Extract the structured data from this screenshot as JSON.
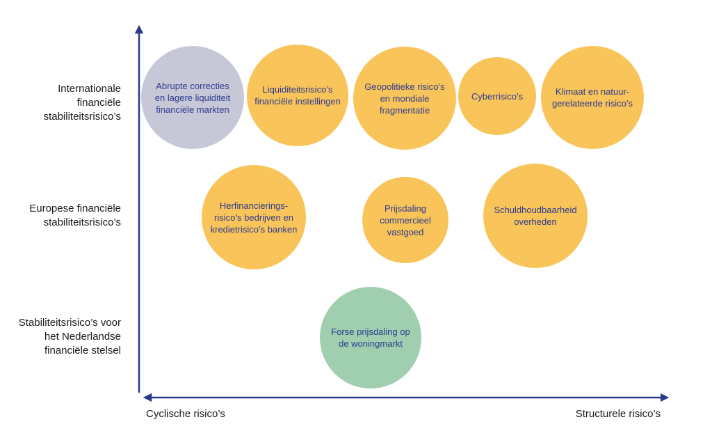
{
  "colors": {
    "axis": "#2b3a8f",
    "gray": "#c6c8d8",
    "yellow": "#f9c45a",
    "green": "#9fcfae",
    "dark_text": "#2b3a8f",
    "yellow_text": "#2b3a8f"
  },
  "axes": {
    "x_left_label": "Cyclische risico’s",
    "x_right_label": "Structurele risico’s"
  },
  "row_labels": [
    {
      "lines": [
        "Internationale",
        "financiële",
        "stabiliteitsrisico’s"
      ]
    },
    {
      "lines": [
        "Europese financiële",
        "stabiliteitsrisico’s"
      ]
    },
    {
      "lines": [
        "Stabiliteitsrisico’s voor",
        "het Nederlandse",
        "financiële stelsel"
      ]
    }
  ],
  "bubbles": [
    {
      "id": "abrupte-correcties",
      "color": "gray",
      "lines": [
        "Abrupte correcties",
        "en lagere liquiditeit",
        "financiële markten"
      ]
    },
    {
      "id": "liquiditeitsrisicos",
      "color": "yellow",
      "lines": [
        "Liquiditeitsrisico’s",
        "financiële instellingen"
      ]
    },
    {
      "id": "geopolitieke-risicos",
      "color": "yellow",
      "lines": [
        "Geopolitieke risico’s",
        "en mondiale",
        "fragmentatie"
      ]
    },
    {
      "id": "cyberrisicos",
      "color": "yellow",
      "lines": [
        "Cyberrisico’s"
      ]
    },
    {
      "id": "klimaat",
      "color": "yellow",
      "lines": [
        "Klimaat en natuur-",
        "gerelateerde risico’s"
      ]
    },
    {
      "id": "herfinanciering",
      "color": "yellow",
      "lines": [
        "Herfinancierings-",
        "risico’s bedrijven en",
        "kredietrisico’s banken"
      ]
    },
    {
      "id": "prijsdaling-vastgoed",
      "color": "yellow",
      "lines": [
        "Prijsdaling",
        "commercieel",
        "vastgoed"
      ]
    },
    {
      "id": "schuldhoudbaarheid",
      "color": "yellow",
      "lines": [
        "Schuldhoudbaarheid",
        "overheden"
      ]
    },
    {
      "id": "woningmarkt",
      "color": "green",
      "lines": [
        "Forse prijsdaling op",
        "de woningmarkt"
      ]
    }
  ]
}
